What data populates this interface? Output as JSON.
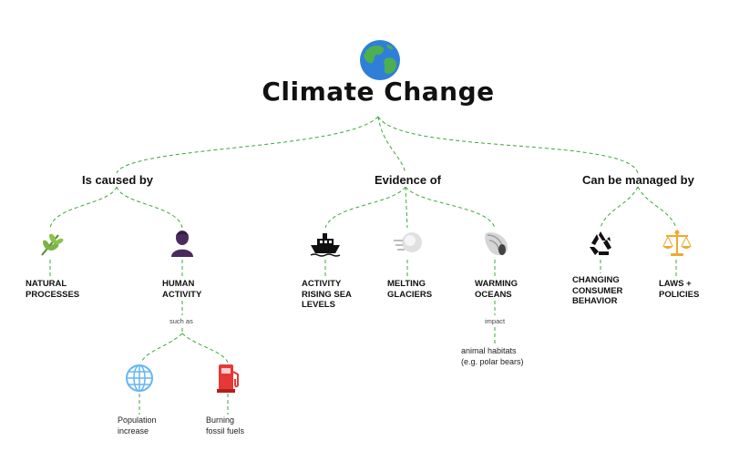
{
  "title": "Climate Change",
  "branches": {
    "caused": {
      "label": "Is caused by"
    },
    "evidence": {
      "label": "Evidence of"
    },
    "managed": {
      "label": "Can be managed by"
    }
  },
  "nodes": {
    "natural": {
      "label": "NATURAL\nPROCESSES",
      "icon": "herb-icon",
      "color": "#7cb342"
    },
    "human": {
      "label": "HUMAN\nACTIVITY",
      "icon": "person-icon",
      "color": "#4a2c5c"
    },
    "sea": {
      "label": "ACTIVITY\nRISING SEA\nLEVELS",
      "icon": "ship-icon",
      "color": "#111111"
    },
    "glaciers": {
      "label": "MELTING\nGLACIERS",
      "icon": "wind-icon",
      "color": "#bdbdbd"
    },
    "oceans": {
      "label": "WARMING\nOCEANS",
      "icon": "shell-icon",
      "color": "#9e9e9e"
    },
    "consumer": {
      "label": "CHANGING\nCONSUMER\nBEHAVIOR",
      "icon": "recycle-icon",
      "color": "#111111"
    },
    "laws": {
      "label": "LAWS +\nPOLICIES",
      "icon": "scales-icon",
      "color": "#f0a830"
    },
    "population": {
      "label": "Population\nincrease",
      "icon": "globe-grid-icon",
      "color": "#64b5f6"
    },
    "fossil": {
      "label": "Burning\nfossil fuels",
      "icon": "fuel-pump-icon",
      "color": "#e53935"
    },
    "habitats": {
      "label": "animal habitats\n(e.g. polar bears)"
    }
  },
  "connectors": {
    "such_as": "such as",
    "impact": "impact"
  },
  "colors": {
    "line": "#3aa83a",
    "globe_water": "#2f7fd8",
    "globe_land": "#4caf50"
  }
}
